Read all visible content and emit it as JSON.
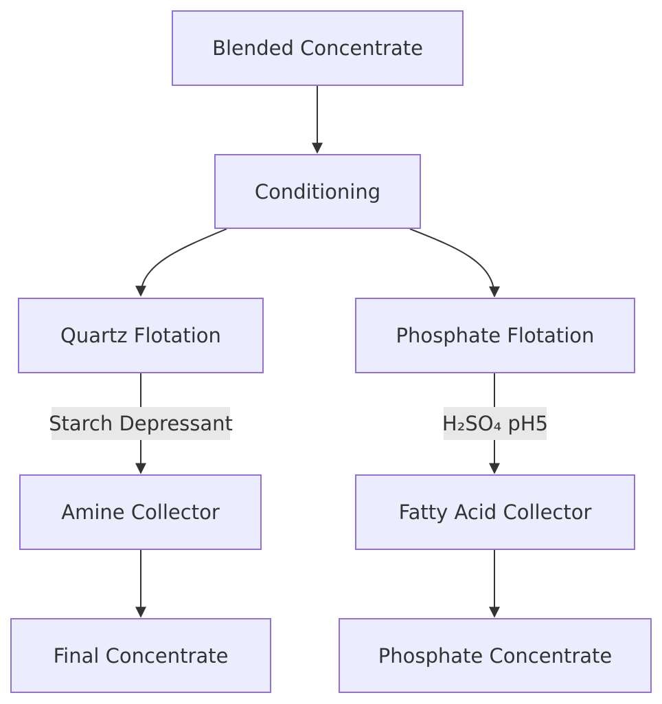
{
  "nodes": {
    "blended": "Blended Concentrate",
    "conditioning": "Conditioning",
    "quartz": "Quartz Flotation",
    "phosphate_flotation": "Phosphate Flotation",
    "amine": "Amine Collector",
    "fatty": "Fatty Acid Collector",
    "final": "Final Concentrate",
    "phosphate_concentrate": "Phosphate Concentrate"
  },
  "edges": [
    {
      "from": "Blended Concentrate",
      "to": "Conditioning",
      "label": ""
    },
    {
      "from": "Conditioning",
      "to": "Quartz Flotation",
      "label": ""
    },
    {
      "from": "Conditioning",
      "to": "Phosphate Flotation",
      "label": ""
    },
    {
      "from": "Quartz Flotation",
      "to": "Amine Collector",
      "label": "Starch Depressant"
    },
    {
      "from": "Phosphate Flotation",
      "to": "Fatty Acid Collector",
      "label": "H₂SO₄ pH5"
    },
    {
      "from": "Amine Collector",
      "to": "Final Concentrate",
      "label": ""
    },
    {
      "from": "Fatty Acid Collector",
      "to": "Phosphate Concentrate",
      "label": ""
    }
  ],
  "edge_labels": {
    "starch": "Starch Depressant",
    "acid": "H₂SO₄ pH5"
  },
  "colors": {
    "node_fill": "#ececff",
    "node_border": "#9370db",
    "edge": "#333333",
    "edge_label_bg": "#e8e8e8"
  }
}
